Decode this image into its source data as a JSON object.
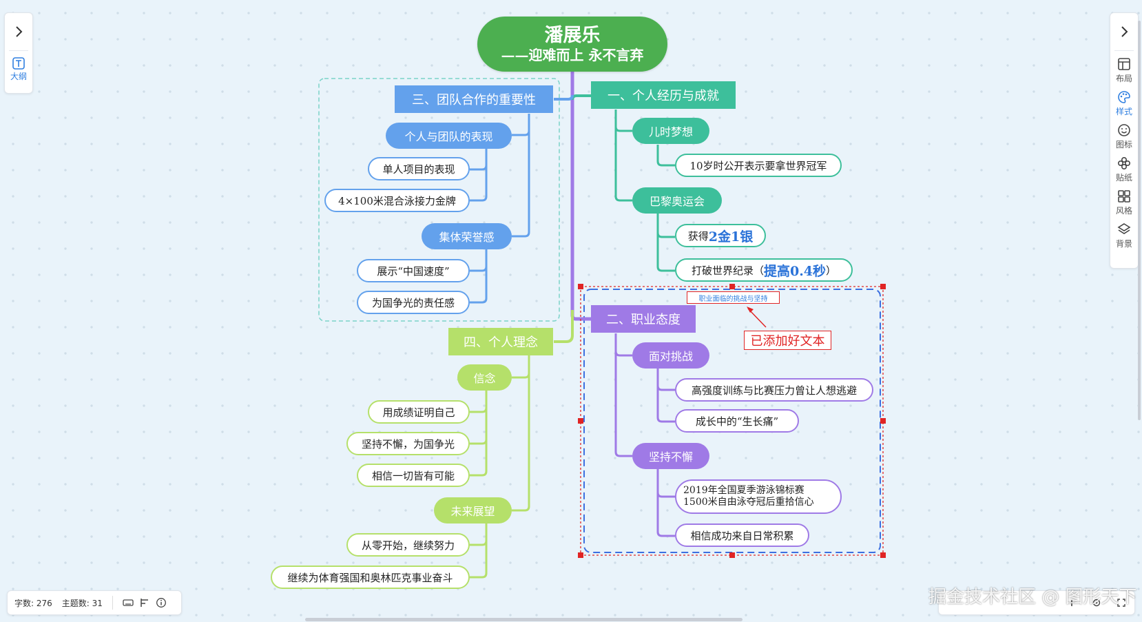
{
  "mindmap": {
    "root": {
      "title": "潘展乐",
      "subtitle": "——迎难而上  永不言弃"
    },
    "branch1": {
      "label": "一、个人经历与成就",
      "sub1": {
        "label": "儿时梦想",
        "leaf1": "10岁时公开表示要拿世界冠军"
      },
      "sub2": {
        "label": "巴黎奥运会",
        "leaf1": {
          "prefix": "获得",
          "highlight": "2金1银"
        },
        "leaf2": {
          "prefix": "打破世界纪录（",
          "highlight": "提高0.4秒",
          "suffix": "）"
        }
      }
    },
    "branch2": {
      "label": "二、职业态度",
      "sub1": {
        "label": "面对挑战",
        "leaf1": "高强度训练与比赛压力曾让人想逃避",
        "leaf2": "成长中的“生长痛”"
      },
      "sub2": {
        "label": "坚持不懈",
        "leaf1_line1": "2019年全国夏季游泳锦标赛",
        "leaf1_line2": "1500米自由泳夺冠后重拾信心",
        "leaf2": "相信成功来自日常积累"
      }
    },
    "branch3": {
      "label": "三、团队合作的重要性",
      "sub1": {
        "label": "个人与团队的表现",
        "leaf1": "单人项目的表现",
        "leaf2": "4×100米混合泳接力金牌"
      },
      "sub2": {
        "label": "集体荣誉感",
        "leaf1": "展示“中国速度”",
        "leaf2": "为国争光的责任感"
      }
    },
    "branch4": {
      "label": "四、个人理念",
      "sub1": {
        "label": "信念",
        "leaf1": "用成绩证明自己",
        "leaf2": "坚持不懈，为国争光",
        "leaf3": "相信一切皆有可能"
      },
      "sub2": {
        "label": "未来展望",
        "leaf1": "从零开始，继续努力",
        "leaf2": "继续为体育强国和奥林匹克事业奋斗"
      }
    },
    "summary_text": "职业面临的挑战与坚持",
    "annotation": "已添加好文本"
  },
  "left_panel": {
    "outline_label": "大纲"
  },
  "right_panel": {
    "tools": [
      {
        "label": "布局",
        "icon": "layout-icon"
      },
      {
        "label": "样式",
        "icon": "palette-icon"
      },
      {
        "label": "图标",
        "icon": "smiley-icon"
      },
      {
        "label": "贴纸",
        "icon": "sticker-icon"
      },
      {
        "label": "风格",
        "icon": "grid-style-icon"
      },
      {
        "label": "背景",
        "icon": "layers-icon"
      }
    ]
  },
  "status_bar": {
    "word_count": "字数: 276",
    "topic_count": "主题数: 31"
  },
  "watermark": "掘金技术社区 @ 图形天下",
  "colors": {
    "blue": "#63a1ec",
    "teal": "#3dbf9b",
    "purple": "#9f7ae6",
    "green": "#b5e06a",
    "root": "#4caf50",
    "selection": "#e02424",
    "accent": "#2f7fe0"
  }
}
